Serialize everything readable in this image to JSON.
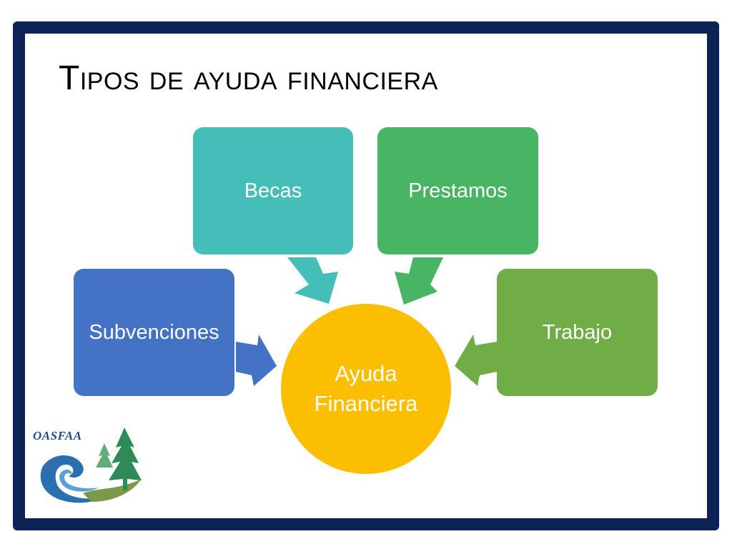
{
  "slide": {
    "title": "Tipos de ayuda financiera"
  },
  "diagram": {
    "center": {
      "label": "Ayuda Financiera",
      "color": "#fbbe00"
    },
    "nodes": [
      {
        "id": "becas",
        "label": "Becas",
        "color": "#45bdb9"
      },
      {
        "id": "prestamos",
        "label": "Prestamos",
        "color": "#47b563"
      },
      {
        "id": "subvenciones",
        "label": "Subvenciones",
        "color": "#4472c4"
      },
      {
        "id": "trabajo",
        "label": "Trabajo",
        "color": "#70ad47"
      }
    ]
  },
  "logo": {
    "text": "OASFAA",
    "colors": {
      "text": "#1a4d8f",
      "wave": "#2a6fb0",
      "tree": "#2e8b57"
    }
  },
  "colors": {
    "frame": "#0d2256",
    "background": "#ffffff"
  }
}
